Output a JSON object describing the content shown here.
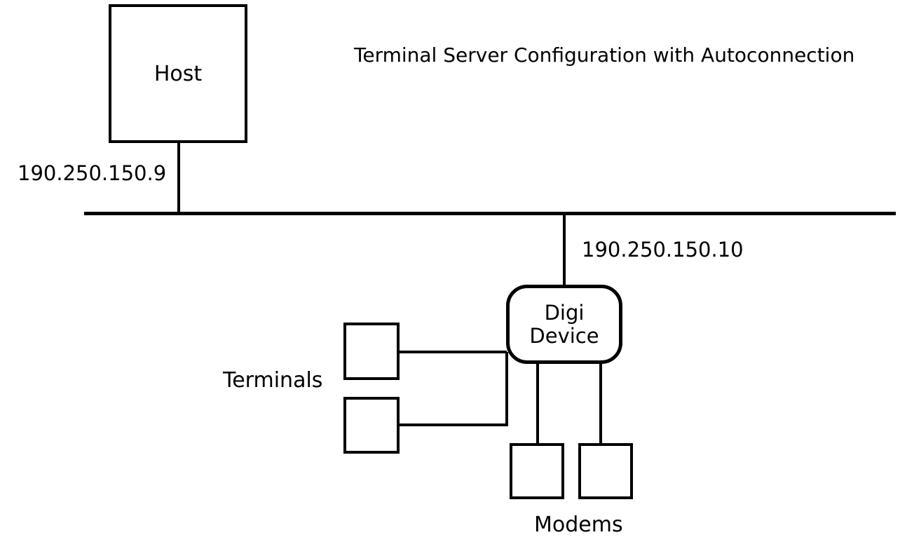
{
  "title": "Terminal Server Configuration with Autoconnection",
  "network": {
    "host": {
      "label": "Host",
      "ip": "190.250.150.9"
    },
    "digi_device": {
      "label_line1": "Digi",
      "label_line2": "Device",
      "ip": "190.250.150.10"
    },
    "terminals": {
      "group_label": "Terminals",
      "count": 2
    },
    "modems": {
      "group_label": "Modems",
      "count": 2
    }
  },
  "colors": {
    "stroke": "#000000",
    "text": "#000000",
    "background": "#ffffff"
  }
}
